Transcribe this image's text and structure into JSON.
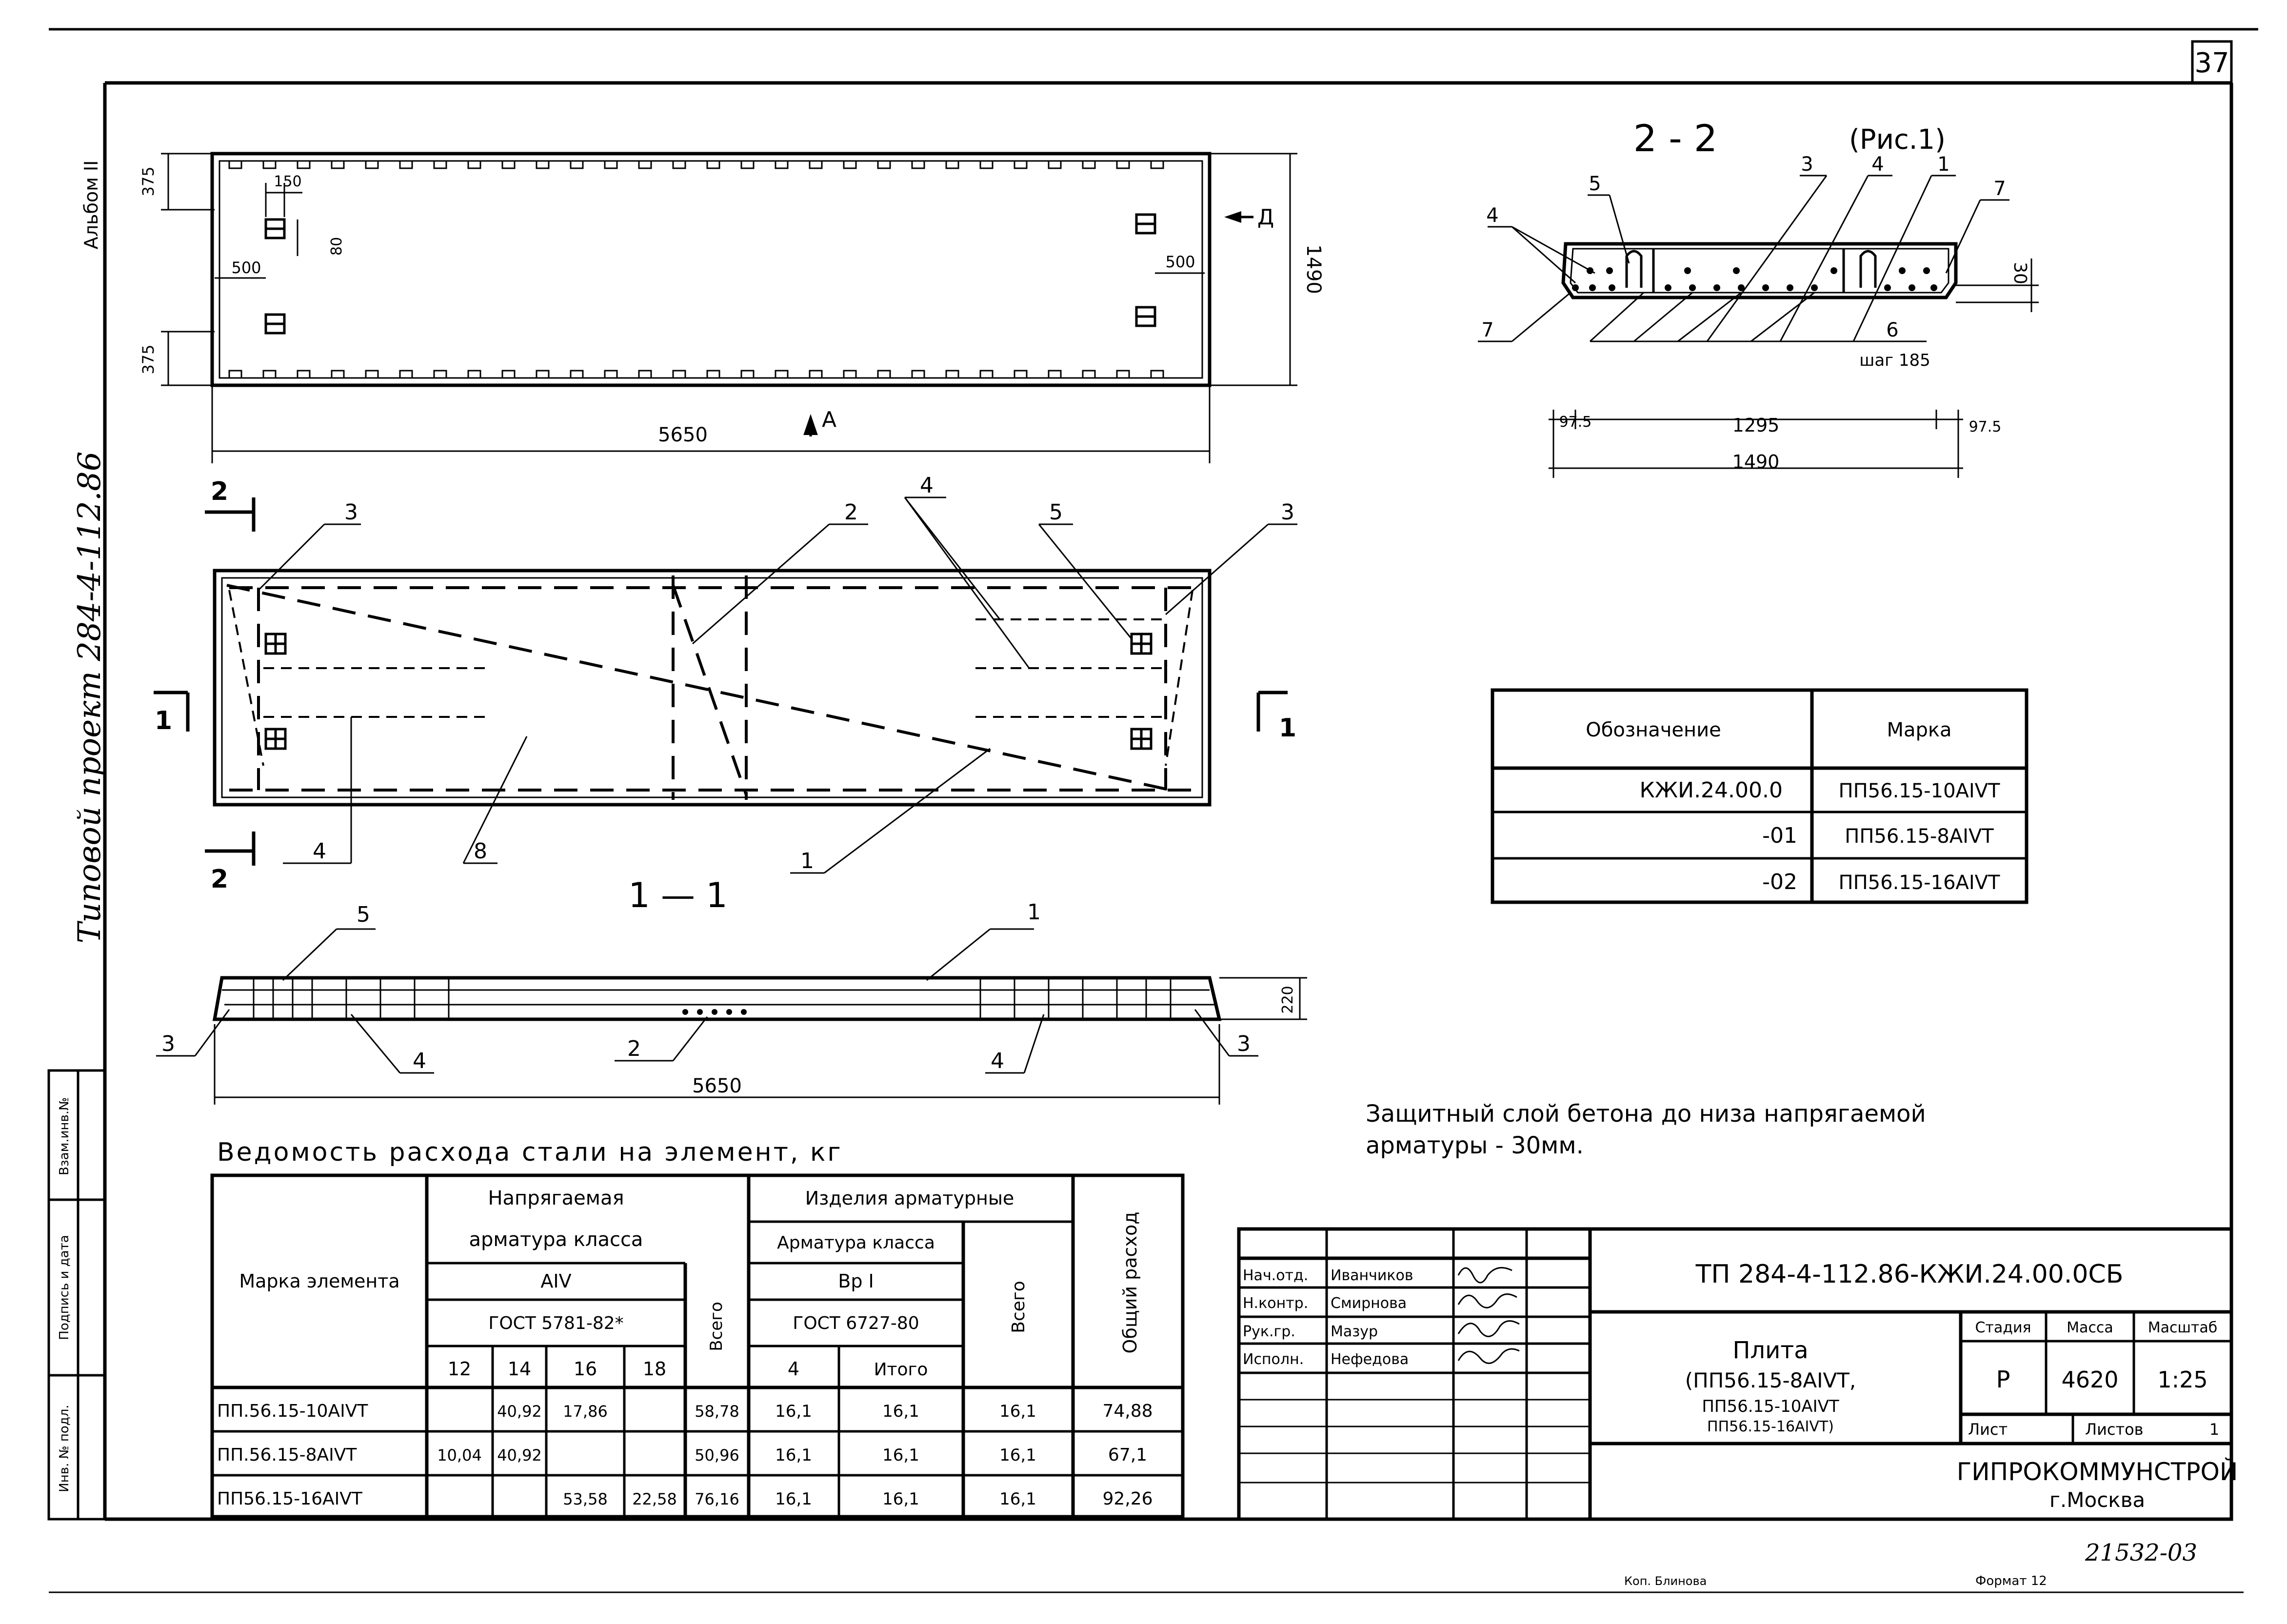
{
  "sheet": {
    "page_number": "37",
    "album": "Альбом II",
    "project": "Типовой проект 284-4-112.86",
    "footer_note": "21532-03",
    "copy_label": "Коп. Блинова",
    "format_label": "Формат 12"
  },
  "left_strip": {
    "inv_no": "Инв. № подл.",
    "sign_date": "Подпись и дата",
    "replace_inv": "Взам.инв.№"
  },
  "plan_view": {
    "dim_375_top": "375",
    "dim_150": "150",
    "dim_80": "80",
    "dim_500_left": "500",
    "dim_500_right": "500",
    "dim_375_bottom": "375",
    "dim_1490": "1490",
    "dim_5650": "5650",
    "arrow_A": "А",
    "arrow_D": "Д"
  },
  "reinforcement_view": {
    "section_2": "2",
    "section_1": "1",
    "callout_1": "1",
    "callout_2": "2",
    "callout_3": "3",
    "callout_4": "4",
    "callout_5": "5",
    "callout_8": "8"
  },
  "section_1_1": {
    "title": "1 — 1",
    "dim_5650": "5650",
    "dim_220": "220",
    "callout_1": "1",
    "callout_2": "2",
    "callout_3": "3",
    "callout_4": "4",
    "callout_5": "5"
  },
  "section_2_2": {
    "title": "2 - 2",
    "fig": "(Рис.1)",
    "callout_1": "1",
    "callout_3": "3",
    "callout_4": "4",
    "callout_5": "5",
    "callout_6": "6",
    "callout_7": "7",
    "step": "шаг 185",
    "dim_30": "30",
    "dim_97_5": "97.5",
    "dim_1295": "1295",
    "dim_1490": "1490"
  },
  "designation_table": {
    "headers": [
      "Обозначение",
      "Марка"
    ],
    "rows": [
      [
        "КЖИ.24.00.0",
        "ПП56.15-10АIVТ"
      ],
      [
        "-01",
        "ПП56.15-8АIVТ"
      ],
      [
        "-02",
        "ПП56.15-16АIVТ"
      ]
    ]
  },
  "note": {
    "line1": "Защитный слой бетона до низа напрягаемой",
    "line2": "арматуры - 30мм."
  },
  "steel_table": {
    "title": "Ведомость расхода стали на элемент, кг",
    "h_mark": "Марка элемента",
    "h_prestressed_1": "Напрягаемая",
    "h_prestressed_2": "арматура класса",
    "h_class_a": "АIV",
    "h_gost_a": "ГОСТ 5781-82*",
    "h_products": "Изделия арматурные",
    "h_class_b_title": "Арматура класса",
    "h_class_b": "Вр I",
    "h_gost_b": "ГОСТ 6727-80",
    "h_total_1": "Всего",
    "h_total_2": "Всего",
    "h_overall": "Общий расход",
    "diam": [
      "12",
      "14",
      "16",
      "18"
    ],
    "diam_b": "4",
    "h_itogo": "Итого",
    "rows": [
      {
        "mark": "ПП.56.15-10АIVТ",
        "d12": "",
        "d14": "40,92",
        "d16": "17,86",
        "d18": "",
        "sum_a": "58,78",
        "d4": "16,1",
        "itogo": "16,1",
        "sum_b": "16,1",
        "overall": "74,88"
      },
      {
        "mark": "ПП.56.15-8АIVТ",
        "d12": "10,04",
        "d14": "40,92",
        "d16": "",
        "d18": "",
        "sum_a": "50,96",
        "d4": "16,1",
        "itogo": "16,1",
        "sum_b": "16,1",
        "overall": "67,1"
      },
      {
        "mark": "ПП56.15-16АIVТ",
        "d12": "",
        "d14": "",
        "d16": "53,58",
        "d18": "22,58",
        "sum_a": "76,16",
        "d4": "16,1",
        "itogo": "16,1",
        "sum_b": "16,1",
        "overall": "92,26"
      }
    ]
  },
  "title_block": {
    "doc_code": "ТП 284-4-112.86-КЖИ.24.00.0СБ",
    "roles": [
      {
        "role": "Нач.отд.",
        "name": "Иванчиков"
      },
      {
        "role": "Н.контр.",
        "name": "Смирнова"
      },
      {
        "role": "Рук.гр.",
        "name": "Мазур"
      },
      {
        "role": "Исполн.",
        "name": "Нефедова"
      }
    ],
    "name_line1": "Плита",
    "name_line2": "(ПП56.15-8АIVТ,",
    "name_line3": "ПП56.15-10АIVТ",
    "name_line4": "ПП56.15-16АIVТ)",
    "h_stage": "Стадия",
    "h_mass": "Масса",
    "h_scale": "Масштаб",
    "stage": "Р",
    "mass": "4620",
    "scale": "1:25",
    "sheet_label": "Лист",
    "sheets_label": "Листов",
    "sheets_count": "1",
    "org": "ГИПРОКОММУНСТРОЙ",
    "city": "г.Москва"
  }
}
